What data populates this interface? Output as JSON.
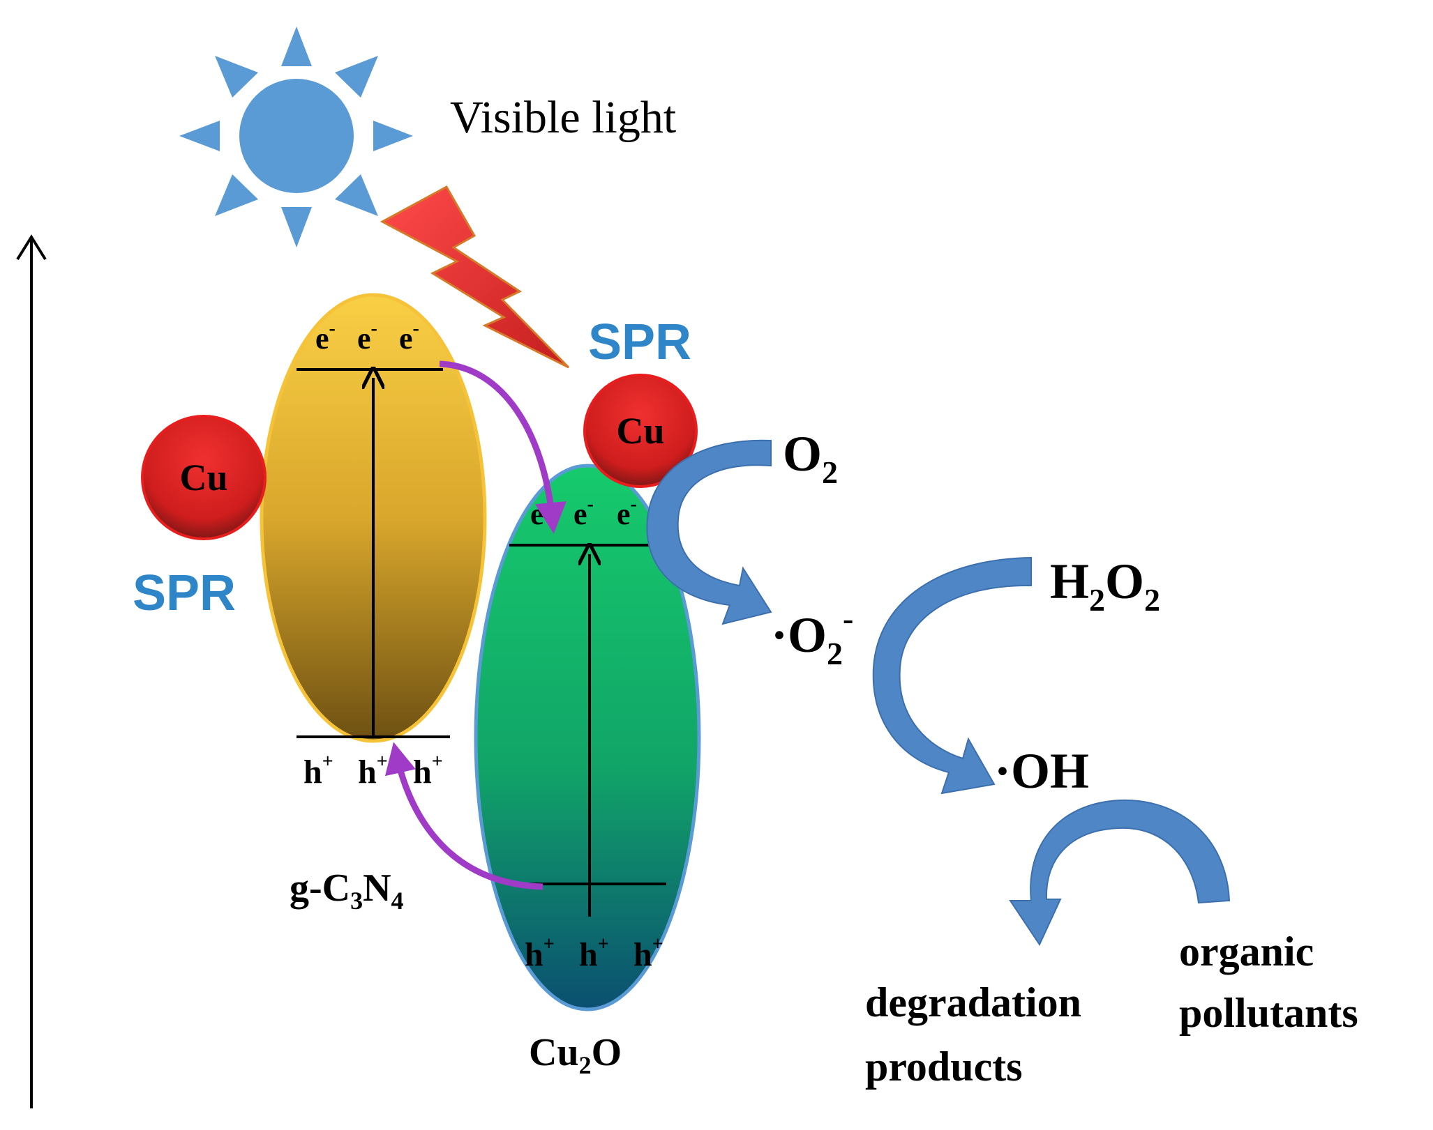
{
  "light_label": "Visible light",
  "spr_label": "SPR",
  "cu_label": "Cu",
  "electron": "e",
  "electron_charge": "-",
  "hole": "h",
  "hole_charge": "+",
  "gcn": {
    "pre": "g-C",
    "sub1": "3",
    "mid": "N",
    "sub2": "4"
  },
  "cu2o": {
    "pre": "Cu",
    "sub": "2",
    "post": "O"
  },
  "o2": {
    "main": "O",
    "sub": "2"
  },
  "superoxide": {
    "pre": "·O",
    "sub": "2",
    "sup": "-"
  },
  "h2o2": {
    "h": "H",
    "sub1": "2",
    "o": "O",
    "sub2": "2"
  },
  "oh": "·OH",
  "organic": {
    "line1": "organic",
    "line2": "pollutants"
  },
  "degradation": {
    "line1": "degradation",
    "line2": "products"
  },
  "colors": {
    "sun": "#5b9bd5",
    "lightning": "#e8302f",
    "cu": "#d81e1e",
    "gcn_top": "#f7c840",
    "gcn_bottom": "#7a5a10",
    "cu2o_top": "#14c96a",
    "cu2o_bottom": "#0b5870",
    "transfer_arrow": "#a03bc8",
    "process_arrow": "#4f86c6",
    "spr_text": "#2e86c8"
  }
}
